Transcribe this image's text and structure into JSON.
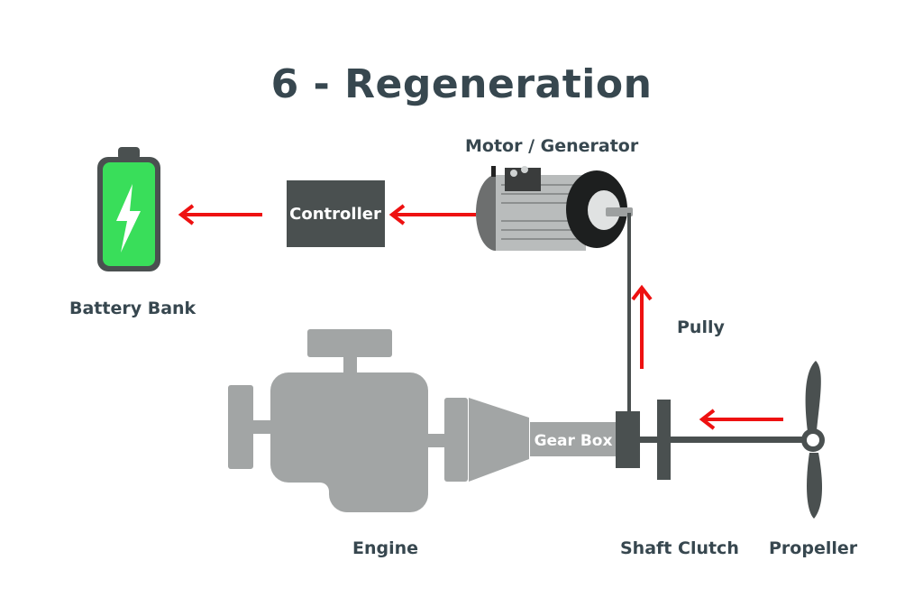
{
  "title": "6 - Regeneration",
  "labels": {
    "battery": "Battery Bank",
    "controller": "Controller",
    "motor": "Motor / Generator",
    "pulley": "Pully",
    "engine": "Engine",
    "gearbox": "Gear Box",
    "clutch": "Shaft Clutch",
    "propeller": "Propeller"
  },
  "colors": {
    "title": "#37474f",
    "arrow": "#ee1111",
    "battery_fill": "#39de5a",
    "dark_part": "#4a5050",
    "engine_gray": "#a2a5a5"
  },
  "flow": [
    {
      "from": "Propeller",
      "to": "Shaft Clutch",
      "direction": "left"
    },
    {
      "from": "Shaft Clutch",
      "to": "Motor / Generator",
      "direction": "up",
      "via": "Pully"
    },
    {
      "from": "Motor / Generator",
      "to": "Controller",
      "direction": "left"
    },
    {
      "from": "Controller",
      "to": "Battery Bank",
      "direction": "left"
    }
  ]
}
